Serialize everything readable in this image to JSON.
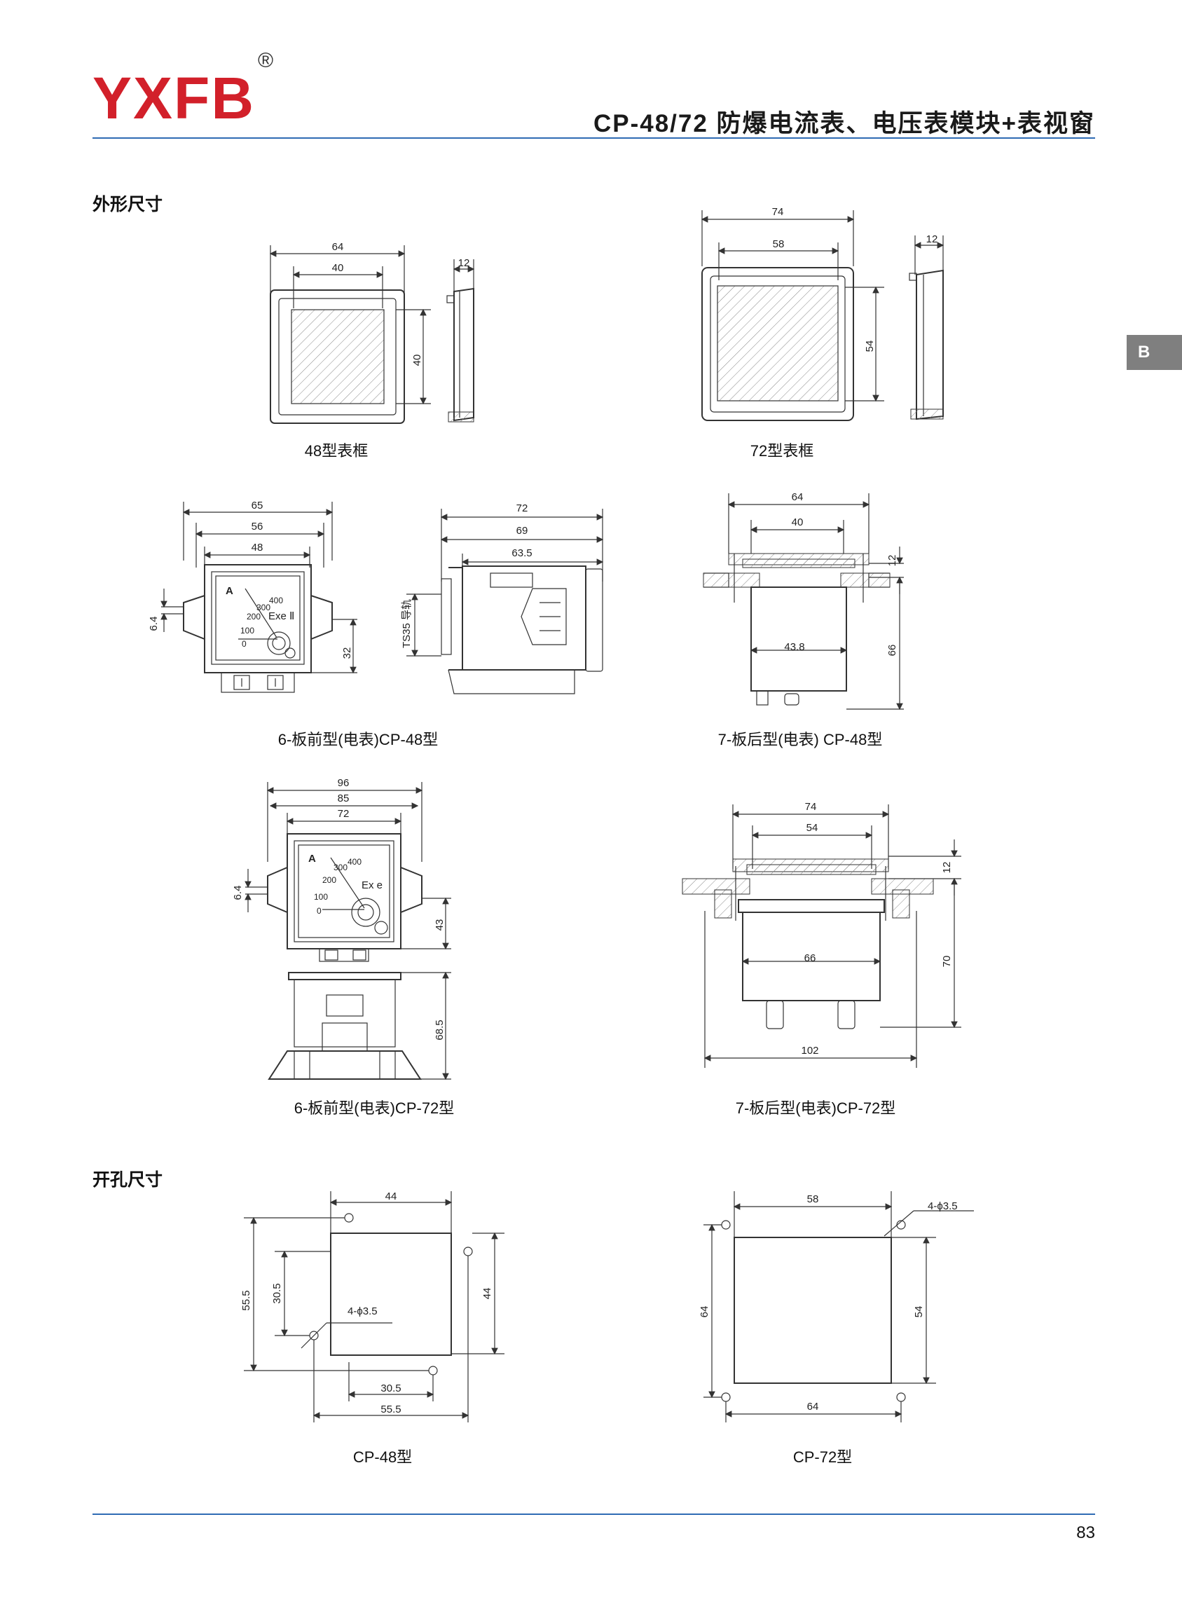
{
  "header": {
    "logo_text": "YXFB",
    "logo_reg": "®",
    "title": "CP-48/72 防爆电流表、电压表模块+表视窗",
    "brand_color": "#d2202a",
    "rule_color": "#2f6bb4"
  },
  "side_tab": {
    "label": "B"
  },
  "sections": {
    "outline": "外形尺寸",
    "cutout": "开孔尺寸"
  },
  "captions": {
    "frame48": "48型表框",
    "frame72": "72型表框",
    "front48": "6-板前型(电表)CP-48型",
    "rear48": "7-板后型(电表) CP-48型",
    "front72": "6-板前型(电表)CP-72型",
    "rear72": "7-板后型(电表)CP-72型",
    "cut48": "CP-48型",
    "cut72": "CP-72型"
  },
  "dims": {
    "f48": {
      "w": "64",
      "win": "40",
      "h": "40",
      "depth": "12"
    },
    "f72": {
      "w": "74",
      "win": "58",
      "h": "54",
      "depth": "12"
    },
    "front48": {
      "a": "65",
      "b": "56",
      "c": "48",
      "d": "6.4",
      "e": "32",
      "side_a": "72",
      "side_b": "69",
      "side_c": "63.5",
      "rail": "TS35 导轨",
      "meter_unit": "A",
      "mark": "Exe Ⅱ",
      "ticks": [
        "0",
        "100",
        "200",
        "300",
        "400"
      ]
    },
    "rear48": {
      "a": "64",
      "b": "40",
      "c": "12",
      "d": "43.8",
      "e": "66"
    },
    "front72": {
      "a": "96",
      "b": "85",
      "c": "72",
      "d": "6.4",
      "e": "43",
      "f": "68.5",
      "meter_unit": "A",
      "mark": "Ex e",
      "ticks": [
        "0",
        "100",
        "200",
        "300",
        "400"
      ]
    },
    "rear72": {
      "a": "74",
      "b": "54",
      "c": "12",
      "d": "66",
      "e": "70",
      "f": "102"
    },
    "cut48": {
      "a": "44",
      "b": "55.5",
      "c": "30.5",
      "d": "44",
      "holes": "4-ϕ3.5",
      "e": "30.5",
      "f": "55.5"
    },
    "cut72": {
      "a": "58",
      "holes": "4-ϕ3.5",
      "b": "64",
      "c": "54",
      "d": "64"
    }
  },
  "page_number": "83"
}
